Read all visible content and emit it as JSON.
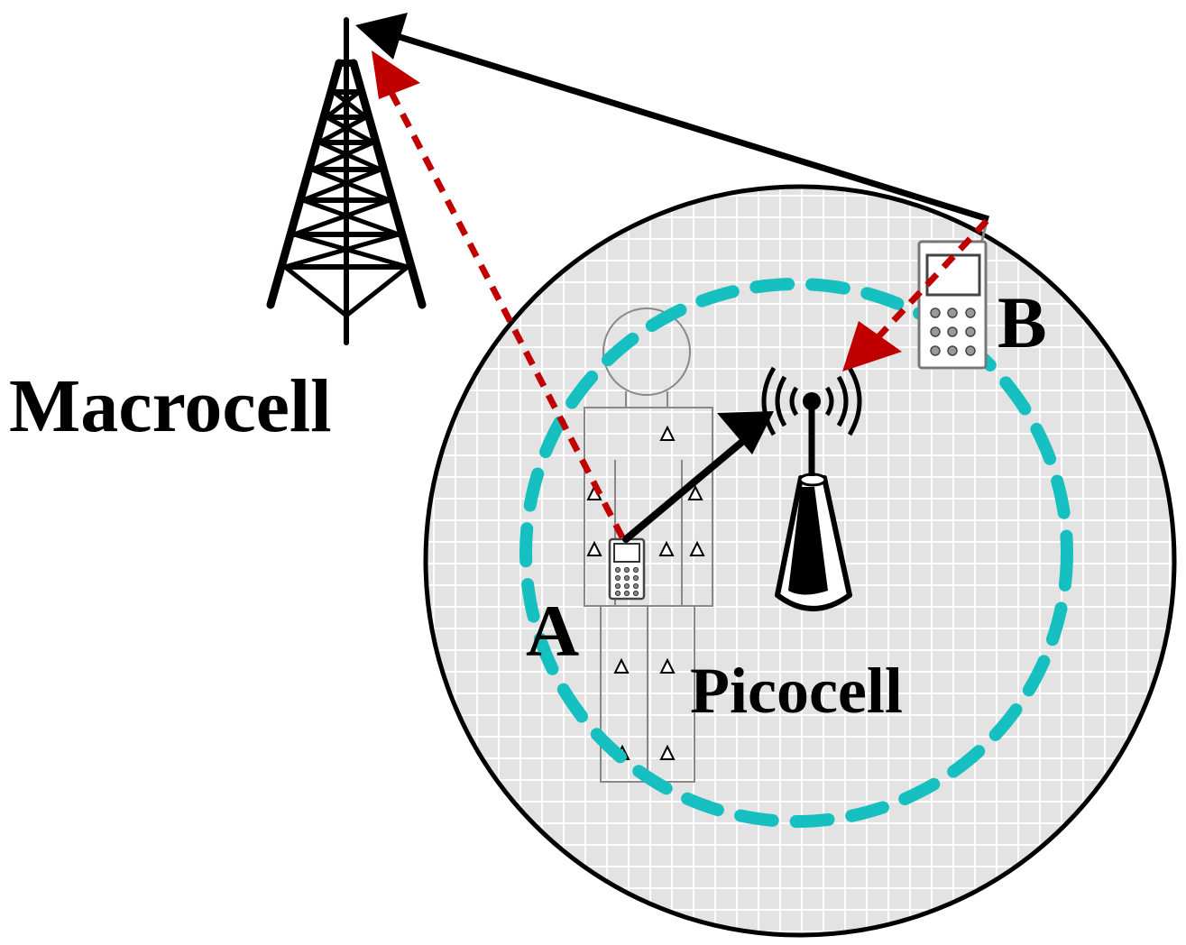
{
  "labels": {
    "macrocell": "Macrocell",
    "picocell": "Picocell",
    "user_a": "A",
    "user_b": "B"
  },
  "colors": {
    "solid_link": "#000000",
    "dashed_link": "#c00000",
    "coverage_boundary": "#16bfc0",
    "picocell_area": "#e3e3e3",
    "grid_lines": "#ffffff"
  },
  "icons": {
    "macro_tower": "lattice-tower-icon",
    "pico_base_station": "antenna-icon",
    "phone_a": "mobile-phone-icon",
    "phone_b": "mobile-phone-icon",
    "person": "person-silhouette-icon"
  }
}
